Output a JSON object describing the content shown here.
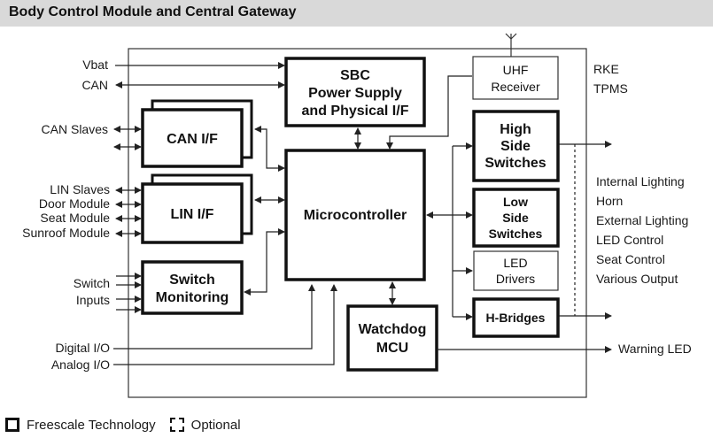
{
  "title": "Body Control Module and Central Gateway",
  "inputs_left": {
    "vbat": "Vbat",
    "can": "CAN",
    "can_slaves": "CAN Slaves",
    "lin_slaves": "LIN Slaves",
    "door_module": "Door Module",
    "seat_module": "Seat Module",
    "sunroof_module": "Sunroof Module",
    "switch": "Switch",
    "inputs": "Inputs",
    "digital_io": "Digital I/O",
    "analog_io": "Analog I/O"
  },
  "blocks": {
    "sbc": [
      "SBC",
      "Power Supply",
      "and Physical I/F"
    ],
    "can_if": "CAN I/F",
    "lin_if": "LIN I/F",
    "switch_monitoring": [
      "Switch",
      "Monitoring"
    ],
    "microcontroller": "Microcontroller",
    "watchdog": [
      "Watchdog",
      "MCU"
    ],
    "uhf_receiver": [
      "UHF",
      "Receiver"
    ],
    "high_side": [
      "High",
      "Side",
      "Switches"
    ],
    "low_side": [
      "Low",
      "Side",
      "Switches"
    ],
    "led_drivers": [
      "LED",
      "Drivers"
    ],
    "h_bridges": "H-Bridges"
  },
  "outputs_right": {
    "rke": "RKE",
    "tpms": "TPMS",
    "loads": [
      "Internal Lighting",
      "Horn",
      "External Lighting",
      "LED Control",
      "Seat Control",
      "Various Output"
    ],
    "warning_led": "Warning LED"
  },
  "legend": {
    "freescale": "Freescale Technology",
    "optional": "Optional"
  }
}
